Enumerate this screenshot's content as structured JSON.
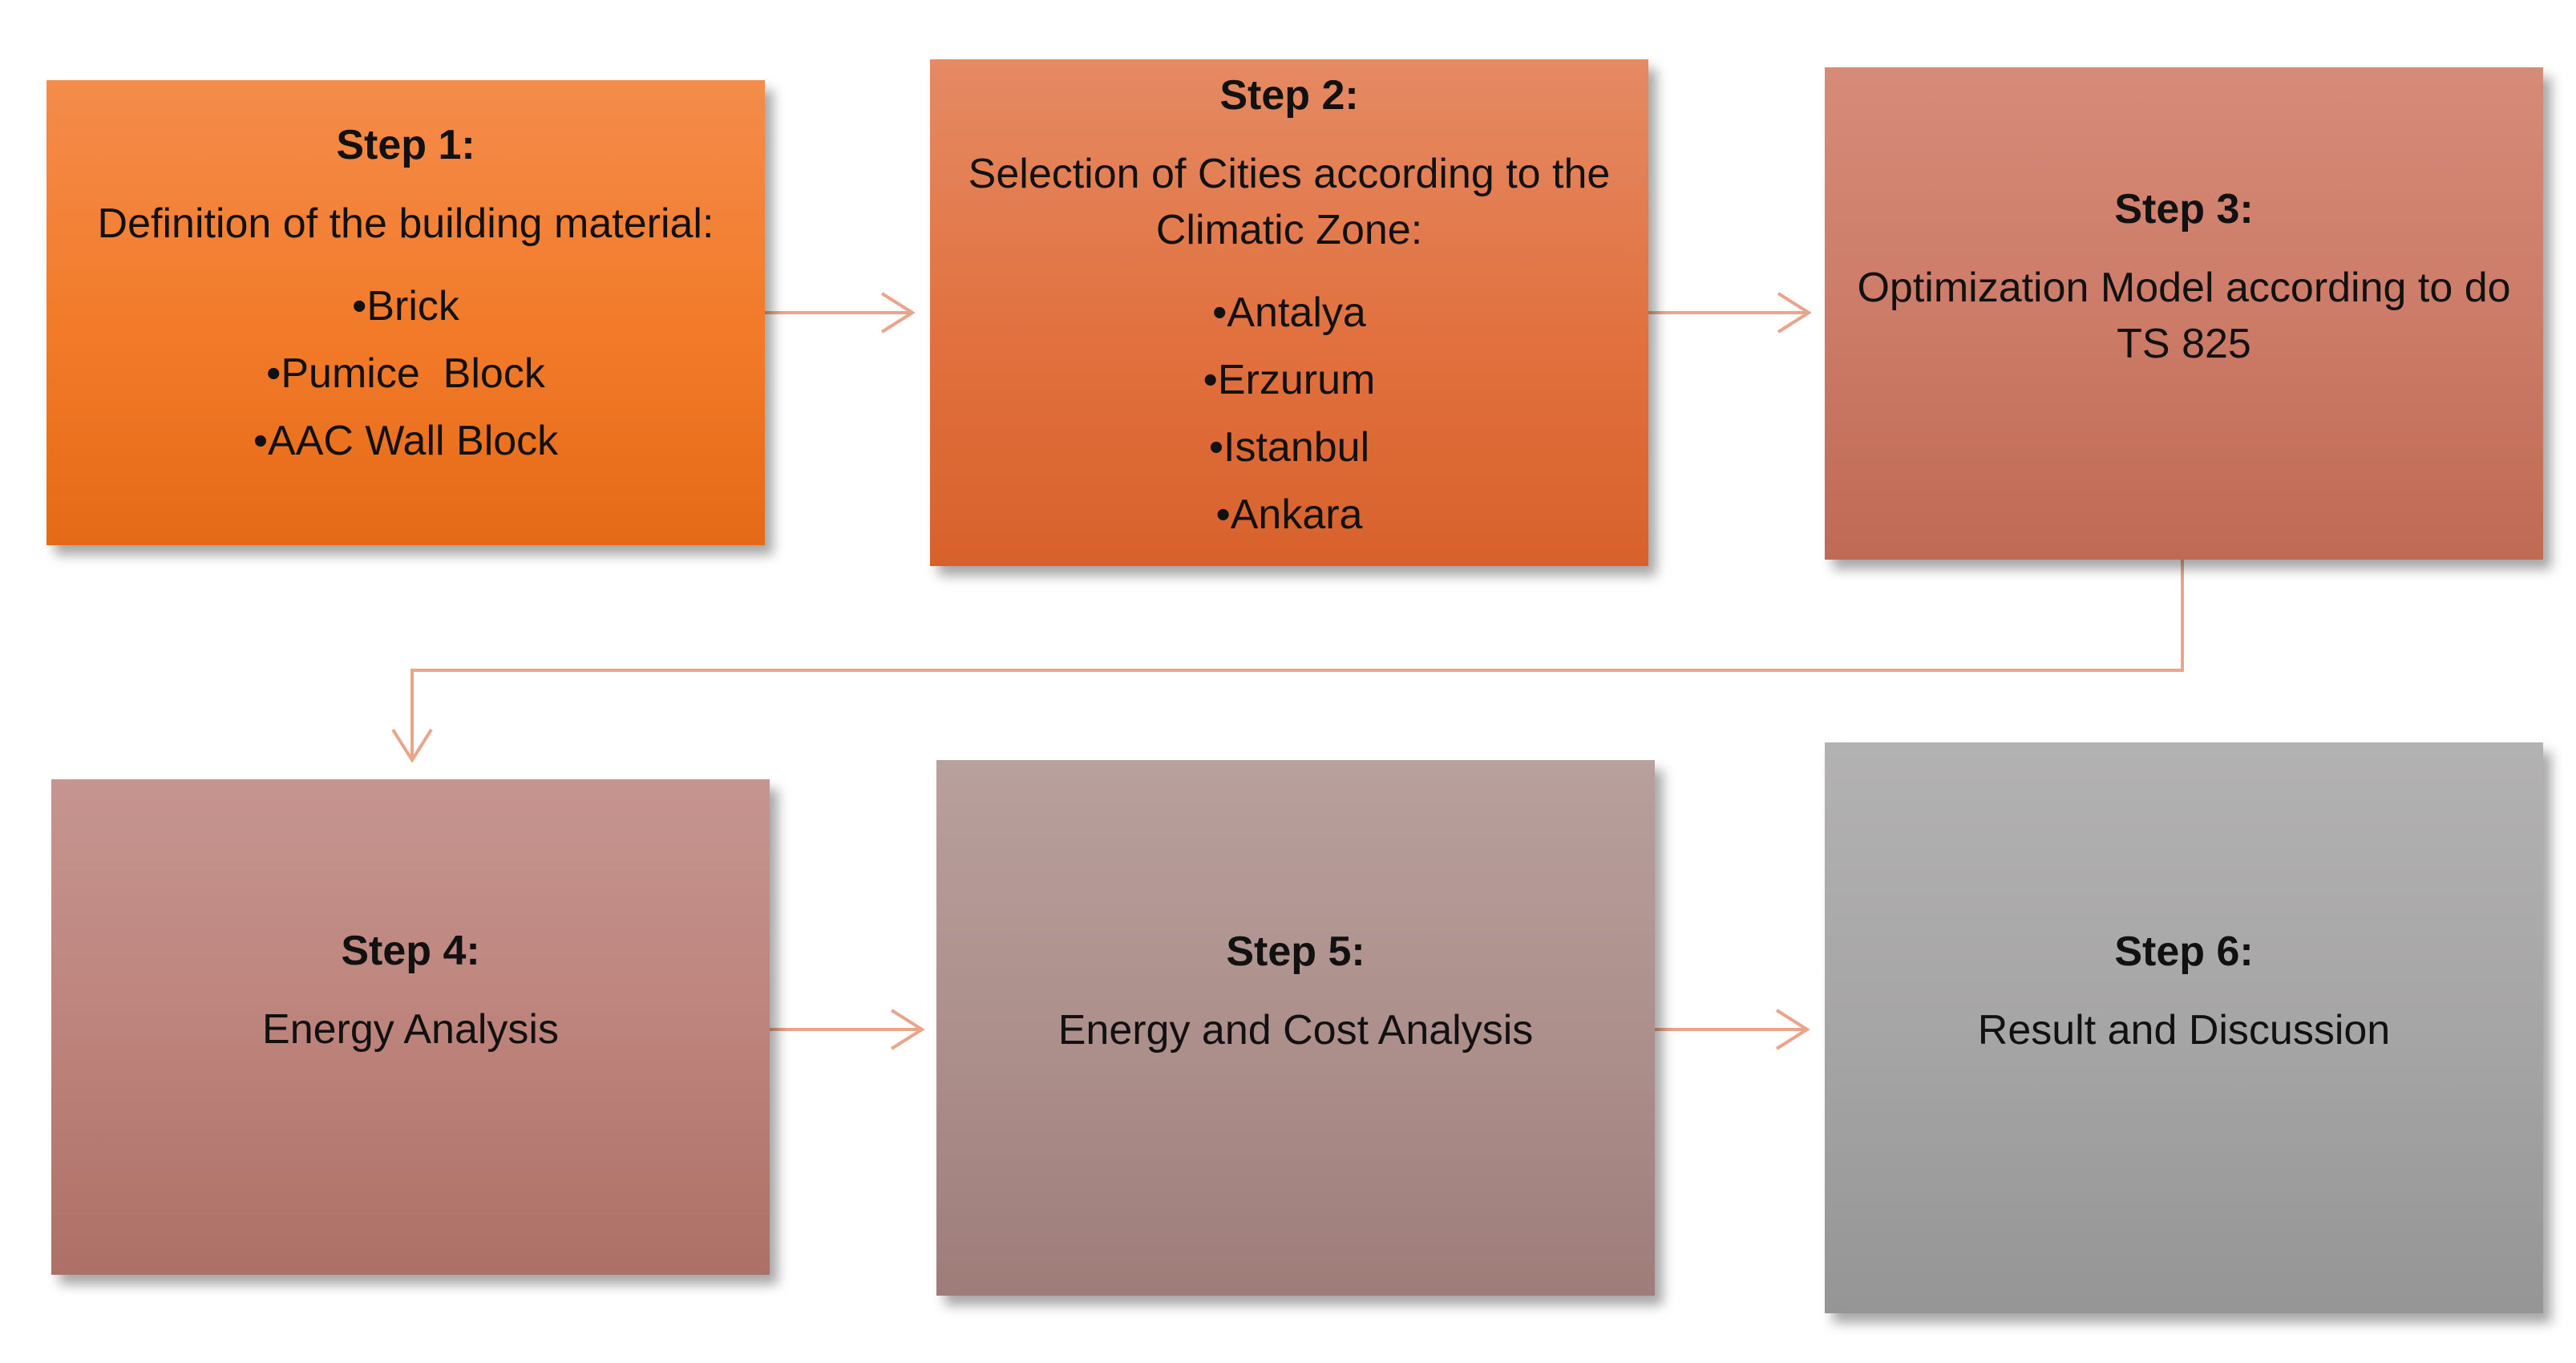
{
  "steps": [
    {
      "title": "Step 1:",
      "desc": "Definition of the building material:",
      "items": [
        "Brick",
        "Pumice  Block",
        "AAC Wall Block"
      ],
      "fill": "#f27a28"
    },
    {
      "title": "Step 2:",
      "desc": "Selection of Cities according to the Climatic Zone:",
      "items": [
        "Antalya",
        "Erzurum",
        "Istanbul",
        "Ankara"
      ],
      "fill": "#e1713f"
    },
    {
      "title": "Step 3:",
      "desc": "Optimization Model according to do TS 825",
      "items": [],
      "fill": "#cb7a66"
    },
    {
      "title": "Step 4:",
      "desc": "Energy Analysis",
      "items": [],
      "fill": "#bc827a"
    },
    {
      "title": "Step 5:",
      "desc": "Energy and Cost Analysis",
      "items": [],
      "fill": "#ac8e8a"
    },
    {
      "title": "Step 6:",
      "desc": "Result and Discussion",
      "items": [],
      "fill": "#a5a4a4"
    }
  ],
  "connector_color": "#e8a58a",
  "edges": [
    {
      "from": "Step 1:",
      "to": "Step 2:"
    },
    {
      "from": "Step 2:",
      "to": "Step 3:"
    },
    {
      "from": "Step 3:",
      "to": "Step 4:"
    },
    {
      "from": "Step 4:",
      "to": "Step 5:"
    },
    {
      "from": "Step 5:",
      "to": "Step 6:"
    }
  ]
}
